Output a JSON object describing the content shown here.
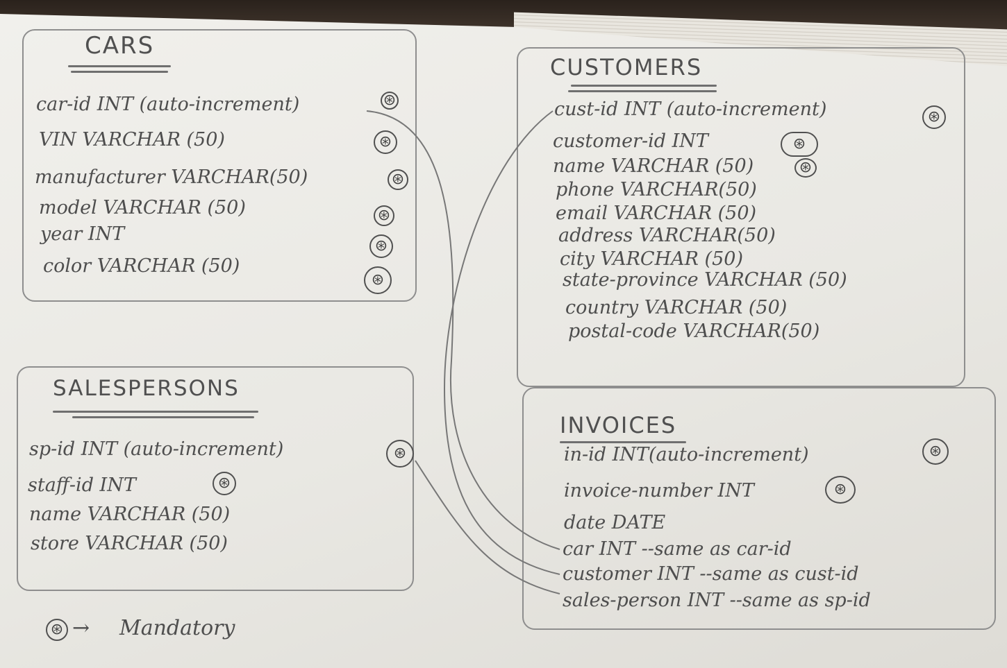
{
  "diagram": {
    "tables": {
      "cars": {
        "title": "CARS",
        "rows": [
          {
            "text": "car-id INT (auto-increment)",
            "mandatory": true
          },
          {
            "text": "VIN VARCHAR (50)",
            "mandatory": true
          },
          {
            "text": "manufacturer VARCHAR(50)",
            "mandatory": true
          },
          {
            "text": "model VARCHAR (50)",
            "mandatory": true
          },
          {
            "text": "year INT",
            "mandatory": true
          },
          {
            "text": "color VARCHAR (50)",
            "mandatory": true
          }
        ]
      },
      "customers": {
        "title": "CUSTOMERS",
        "rows": [
          {
            "text": "cust-id INT (auto-increment)",
            "mandatory": true
          },
          {
            "text": "customer-id INT",
            "mandatory": true
          },
          {
            "text": "name VARCHAR (50)",
            "mandatory": true
          },
          {
            "text": "phone VARCHAR(50)",
            "mandatory": false
          },
          {
            "text": "email VARCHAR (50)",
            "mandatory": false
          },
          {
            "text": "address VARCHAR(50)",
            "mandatory": false
          },
          {
            "text": "city VARCHAR (50)",
            "mandatory": false
          },
          {
            "text": "state-province VARCHAR (50)",
            "mandatory": false
          },
          {
            "text": "country VARCHAR (50)",
            "mandatory": false
          },
          {
            "text": "postal-code VARCHAR(50)",
            "mandatory": false
          }
        ]
      },
      "salespersons": {
        "title": "SALESPERSONS",
        "rows": [
          {
            "text": "sp-id INT (auto-increment)",
            "mandatory": true
          },
          {
            "text": "staff-id INT",
            "mandatory": true
          },
          {
            "text": "name VARCHAR (50)",
            "mandatory": false
          },
          {
            "text": "store VARCHAR (50)",
            "mandatory": false
          }
        ]
      },
      "invoices": {
        "title": "INVOICES",
        "rows": [
          {
            "text": "in-id INT(auto-increment)",
            "mandatory": true
          },
          {
            "text": "invoice-number INT",
            "mandatory": true
          },
          {
            "text": "date DATE",
            "mandatory": false
          },
          {
            "text": "car INT --same as car-id",
            "mandatory": false
          },
          {
            "text": "customer INT --same as cust-id",
            "mandatory": false
          },
          {
            "text": "sales-person INT --same as sp-id",
            "mandatory": false
          }
        ]
      }
    },
    "mandatory_symbol": "⊛",
    "legend": {
      "symbol": "⊛",
      "arrow": "→",
      "text": "Mandatory"
    },
    "links": [
      {
        "from": "cars.car-id",
        "to": "invoices.car"
      },
      {
        "from": "customers.cust-id",
        "to": "invoices.customer"
      },
      {
        "from": "salespersons.sp-id",
        "to": "invoices.sales-person"
      }
    ]
  }
}
